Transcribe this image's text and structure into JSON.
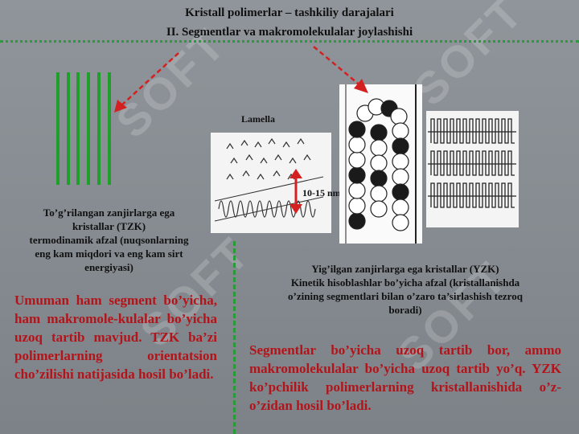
{
  "slide": {
    "title_line1": "Kristall polimerlar – tashkiliy darajalari",
    "title_line2": "II. Segmentlar va makromolekulalar joylashishi",
    "watermark": "SOFT"
  },
  "figure": {
    "lamella_label": "Lamella",
    "spacing_label": "10-15 nm"
  },
  "left": {
    "caption_lines": [
      "To’g’rilangan zanjirlarga ega",
      "kristallar (TZK)",
      "termodinamik afzal (nuqsonlarning",
      "eng kam miqdori va eng kam sirt",
      "energiyasi)"
    ],
    "body": "Umuman ham segment bo’yicha, ham makromole-kulalar bo’yicha uzoq tartib mavjud. TZK ba’zi polimerlarning orientatsion cho’zilishi natijasida hosil bo’ladi."
  },
  "right": {
    "caption_lines": [
      "Yig’ilgan zanjirlarga ega kristallar (YZK)",
      "Kinetik hisoblashlar bo’yicha afzal (kristallanishda",
      "o’zining segmentlari bilan o’zaro ta’sirlashish tezroq",
      "boradi)"
    ],
    "body": "Segmentlar bo’yicha uzoq tartib bor, ammo makromolekulalar bo’yicha uzoq tartib yo’q. YZK ko’pchilik polimerlarning kristallanishida o’z-o’zidan hosil bo’ladi."
  },
  "colors": {
    "green": "#2a9a3a",
    "red_text": "#b3141a",
    "arrow": "#d42020"
  }
}
